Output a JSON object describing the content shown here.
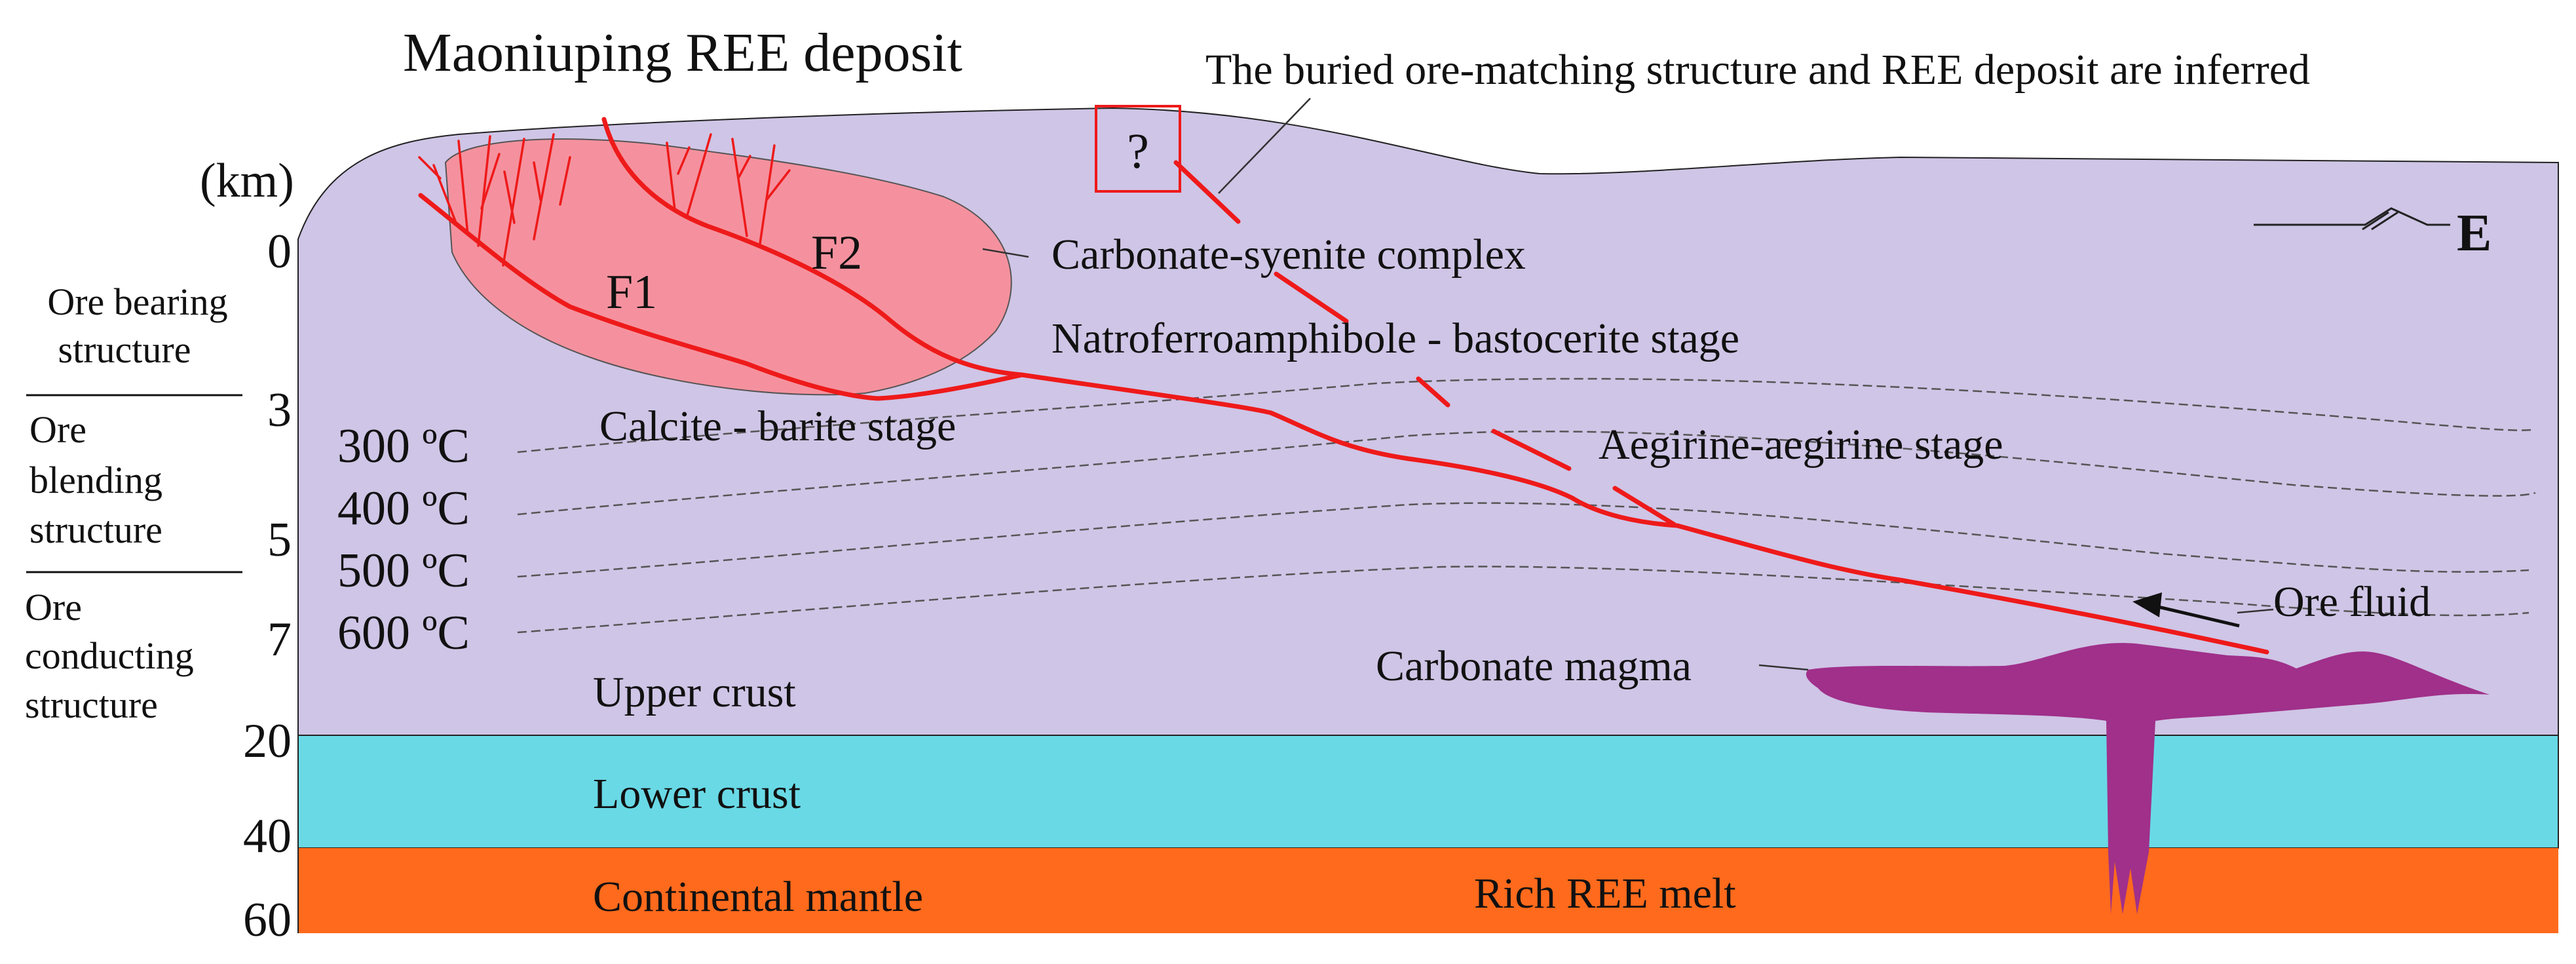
{
  "title": "Maoniuping REE deposit",
  "inference_note": "The buried ore-matching structure and REE deposit are inferred",
  "question_mark": "?",
  "unit": "(km)",
  "depth_ticks": [
    "0",
    "3",
    "5",
    "7",
    "20",
    "40",
    "60"
  ],
  "structure_zones": [
    [
      "Ore bearing",
      "structure"
    ],
    [
      "Ore",
      "blending",
      "structure"
    ],
    [
      "Ore",
      "conducting",
      "structure"
    ]
  ],
  "isotherms": [
    "300 ºC",
    "400 ºC",
    "500 ºC",
    "600 ºC"
  ],
  "faults": [
    "F1",
    "F2"
  ],
  "labels": {
    "complex": "Carbonate-syenite complex",
    "stage_1": "Natroferroamphibole - bastocerite stage",
    "stage_2": "Calcite - barite stage",
    "stage_3": "Aegirine-aegirine stage",
    "ore_fluid": "Ore fluid",
    "magma": "Carbonate magma",
    "upper_crust": "Upper crust",
    "lower_crust": "Lower crust",
    "mantle": "Continental mantle",
    "melt": "Rich REE melt",
    "direction": "E"
  },
  "colors": {
    "upper_crust": "#cfc5e6",
    "lower_crust": "#69d9e6",
    "mantle": "#ff6a1c",
    "complex": "#f5919e",
    "fault": "#ee1a1a",
    "magma": "#a0308a"
  }
}
